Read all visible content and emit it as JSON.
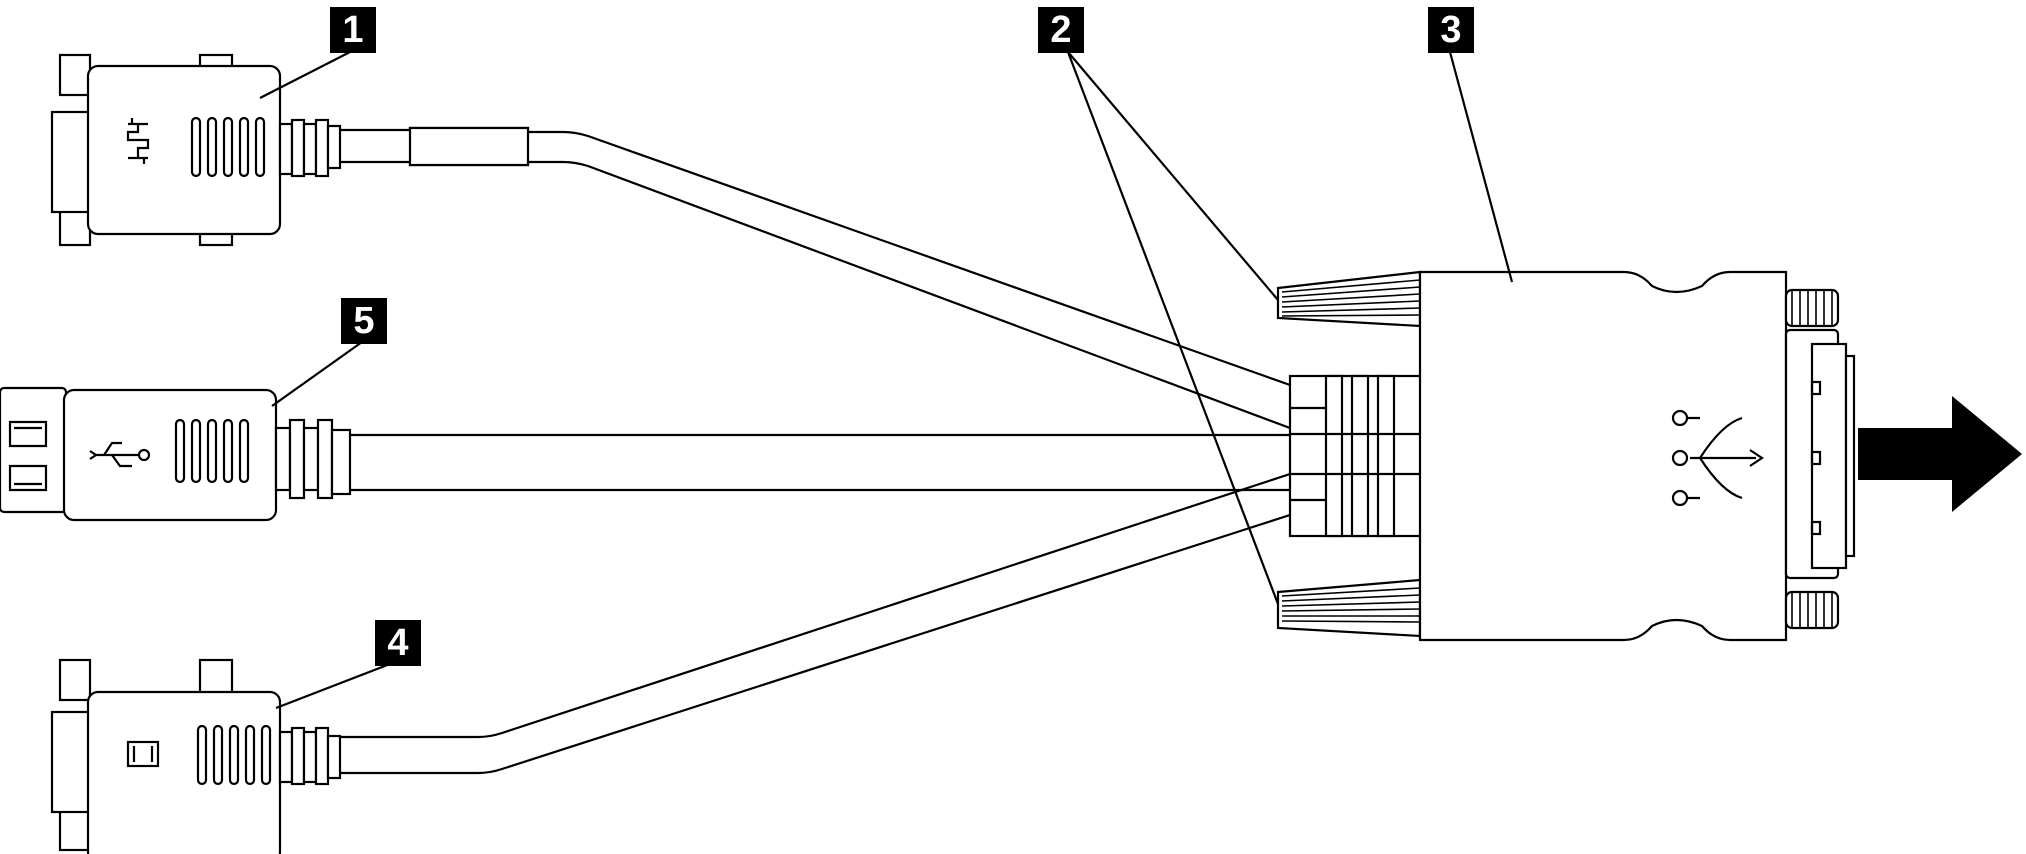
{
  "colors": {
    "line": "#000000",
    "callout_bg": "#000000",
    "callout_text": "#ffffff",
    "arrow": "#000000"
  },
  "callouts": [
    {
      "number": "1",
      "part": "serial-connector"
    },
    {
      "number": "2",
      "part": "captive-screws"
    },
    {
      "number": "3",
      "part": "main-connector"
    },
    {
      "number": "4",
      "part": "vga-connector"
    },
    {
      "number": "5",
      "part": "usb-connector"
    }
  ],
  "icons": {
    "serial": "serial-port-icon",
    "usb": "usb-icon",
    "vga": "monitor-icon",
    "main": "usb-icon",
    "direction": "arrow-right-icon"
  }
}
